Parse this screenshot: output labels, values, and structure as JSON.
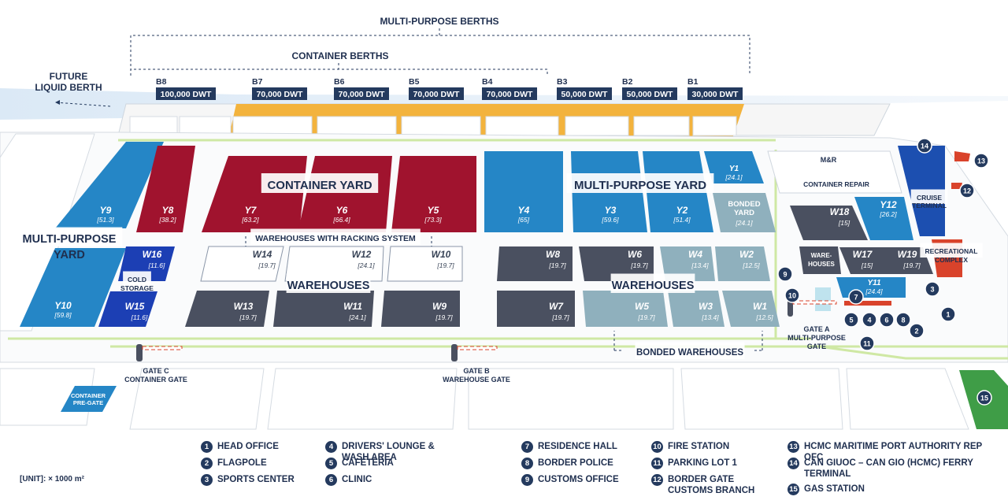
{
  "title_labels": {
    "multi_purpose_berths": "MULTI-PURPOSE BERTHS",
    "container_berths": "CONTAINER BERTHS",
    "future_liquid_berth": [
      "FUTURE",
      "LIQUID BERTH"
    ],
    "container_yard": "CONTAINER YARD",
    "multi_purpose_yard_right": "MULTI-PURPOSE YARD",
    "multi_purpose_yard_left": [
      "MULTI-PURPOSE",
      "YARD"
    ],
    "warehouses_racking": "WAREHOUSES WITH RACKING SYSTEM",
    "warehouses_left": "WAREHOUSES",
    "warehouses_right": "WAREHOUSES",
    "bonded_warehouses": "BONDED WAREHOUSES",
    "cold_storage": [
      "COLD",
      "STORAGE"
    ],
    "m_and_r": "M&R",
    "container_repair": "CONTAINER REPAIR",
    "cruise_terminal": [
      "CRUISE",
      "TERMINAL"
    ],
    "recreational_complex": [
      "RECREATIONAL",
      "COMPLEX"
    ],
    "ware_houses_small": [
      "WARE-",
      "HOUSES"
    ],
    "container_pre_gate": [
      "CONTAINER",
      "PRE-GATE"
    ]
  },
  "berths": [
    {
      "id": "B8",
      "dwt": "100,000 DWT"
    },
    {
      "id": "B7",
      "dwt": "70,000 DWT"
    },
    {
      "id": "B6",
      "dwt": "70,000 DWT"
    },
    {
      "id": "B5",
      "dwt": "70,000 DWT"
    },
    {
      "id": "B4",
      "dwt": "70,000 DWT"
    },
    {
      "id": "B3",
      "dwt": "50,000 DWT"
    },
    {
      "id": "B2",
      "dwt": "50,000 DWT"
    },
    {
      "id": "B1",
      "dwt": "30,000 DWT"
    }
  ],
  "yards": [
    {
      "id": "Y10",
      "area": "[59.8]",
      "kind": "multi"
    },
    {
      "id": "Y9",
      "area": "[51.3]",
      "kind": "multi"
    },
    {
      "id": "Y8",
      "area": "[38.2]",
      "kind": "container"
    },
    {
      "id": "Y7",
      "area": "[63.2]",
      "kind": "container"
    },
    {
      "id": "Y6",
      "area": "[66.4]",
      "kind": "container"
    },
    {
      "id": "Y5",
      "area": "[73.3]",
      "kind": "container"
    },
    {
      "id": "Y4",
      "area": "[65]",
      "kind": "multi"
    },
    {
      "id": "Y3",
      "area": "[59.6]",
      "kind": "multi"
    },
    {
      "id": "Y2",
      "area": "[51.4]",
      "kind": "multi"
    },
    {
      "id": "Y1",
      "area": "[24.1]",
      "kind": "multi"
    },
    {
      "id": "BONDED YARD",
      "area": "[24.1]",
      "kind": "bonded"
    },
    {
      "id": "Y12",
      "area": "[26.2]",
      "kind": "multi"
    },
    {
      "id": "Y11",
      "area": "[24.4]",
      "kind": "multi"
    }
  ],
  "warehouses": [
    {
      "id": "W16",
      "area": "[11.6]",
      "kind": "cold"
    },
    {
      "id": "W15",
      "area": "[11.6]",
      "kind": "cold"
    },
    {
      "id": "W14",
      "area": "[19.7]",
      "kind": "racking"
    },
    {
      "id": "W13",
      "area": "[19.7]",
      "kind": "dark"
    },
    {
      "id": "W12",
      "area": "[24.1]",
      "kind": "racking"
    },
    {
      "id": "W11",
      "area": "[24.1]",
      "kind": "dark"
    },
    {
      "id": "W10",
      "area": "[19.7]",
      "kind": "racking"
    },
    {
      "id": "W9",
      "area": "[19.7]",
      "kind": "dark"
    },
    {
      "id": "W8",
      "area": "[19.7]",
      "kind": "dark"
    },
    {
      "id": "W7",
      "area": "[19.7]",
      "kind": "dark"
    },
    {
      "id": "W6",
      "area": "[19.7]",
      "kind": "dark"
    },
    {
      "id": "W5",
      "area": "[19.7]",
      "kind": "bonded"
    },
    {
      "id": "W4",
      "area": "[13.4]",
      "kind": "bonded"
    },
    {
      "id": "W3",
      "area": "[13.4]",
      "kind": "bonded"
    },
    {
      "id": "W2",
      "area": "[12.5]",
      "kind": "bonded"
    },
    {
      "id": "W1",
      "area": "[12.5]",
      "kind": "bonded"
    },
    {
      "id": "W18",
      "area": "[15]",
      "kind": "dark"
    },
    {
      "id": "W17",
      "area": "[15]",
      "kind": "dark"
    },
    {
      "id": "W19",
      "area": "[19.7]",
      "kind": "dark"
    }
  ],
  "gates": [
    {
      "id": "GATE C",
      "name": "CONTAINER GATE"
    },
    {
      "id": "GATE B",
      "name": "WAREHOUSE GATE"
    },
    {
      "id": "GATE A",
      "name": "MULTI-PURPOSE GATE"
    }
  ],
  "legend": [
    {
      "num": "1",
      "label": "HEAD OFFICE"
    },
    {
      "num": "2",
      "label": "FLAGPOLE"
    },
    {
      "num": "3",
      "label": "SPORTS CENTER"
    },
    {
      "num": "4",
      "label": "DRIVERS' LOUNGE & WASH AREA"
    },
    {
      "num": "5",
      "label": "CAFETERIA"
    },
    {
      "num": "6",
      "label": "CLINIC"
    },
    {
      "num": "7",
      "label": "RESIDENCE HALL"
    },
    {
      "num": "8",
      "label": "BORDER POLICE"
    },
    {
      "num": "9",
      "label": "CUSTOMS OFFICE"
    },
    {
      "num": "10",
      "label": "FIRE STATION"
    },
    {
      "num": "11",
      "label": "PARKING LOT 1"
    },
    {
      "num": "12",
      "label": "BORDER GATE CUSTOMS BRANCH"
    },
    {
      "num": "13",
      "label": "HCMC MARITIME PORT AUTHORITY REP OFC"
    },
    {
      "num": "14",
      "label": "CAN GIUOC – CAN GIO (HCMC) FERRY TERMINAL"
    },
    {
      "num": "15",
      "label": "GAS STATION"
    }
  ],
  "unit_note": "[UNIT]: × 1000 m²",
  "colors": {
    "container_yard": "#a0132e",
    "multi_yard": "#2586c6",
    "cold": "#1c3fb4",
    "dark_wh": "#4a5060",
    "bonded": "#8fb0bd",
    "quay": "#f3b33d",
    "navy": "#243a5e",
    "green_lane": "#cfe8a4",
    "gas": "#3f9d47",
    "red_bldg": "#d9432b"
  }
}
